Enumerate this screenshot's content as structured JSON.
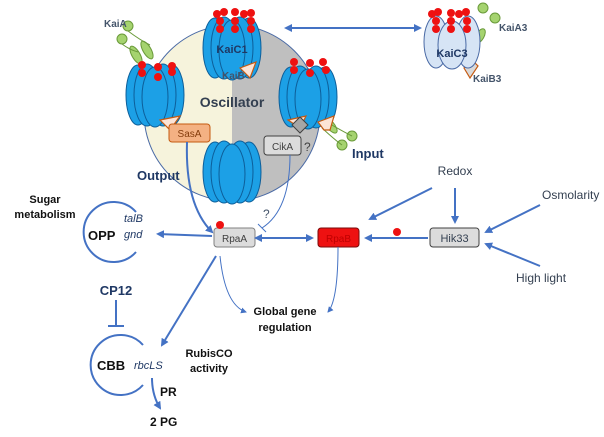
{
  "labels": {
    "kaia": "KaiA",
    "kaic1": "KaiC1",
    "kaib": "KaiB",
    "oscillator": "Oscillator",
    "sasa": "SasA",
    "cika": "CikA",
    "question1": "?",
    "question2": "?",
    "input": "Input",
    "output": "Output",
    "kaia3": "KaiA3",
    "kaic3": "KaiC3",
    "kaib3": "KaiB3",
    "redox": "Redox",
    "osmolarity": "Osmolarity",
    "high_light": "High light",
    "hik33": "Hik33",
    "rpaa": "RpaA",
    "rpab": "RpaB",
    "sugar_line1": "Sugar",
    "sugar_line2": "metabolism",
    "opp": "OPP",
    "talb": "talB",
    "gnd": "gnd",
    "cp12": "CP12",
    "cbb": "CBB",
    "rbcls": "rbcLS",
    "rubisco_line1": "RubisCO",
    "rubisco_line2": "activity",
    "pr": "PR",
    "pg": "2 PG",
    "global_line1": "Global gene",
    "global_line2": "regulation"
  },
  "colors": {
    "arrow": "#4472c4",
    "kai_blue": "#1ca0e6",
    "kai3_blue": "#d6e4f5",
    "phospho_red": "#ee1111",
    "kaia_green": "#8bc34a",
    "sasa_orange": "#f4b183",
    "rpab_red": "#ee1111",
    "box_gray": "#dcdcdc",
    "osc_left": "#f6f3dc",
    "osc_right": "#bfbfbf",
    "text_dark": "#1f2a44"
  }
}
